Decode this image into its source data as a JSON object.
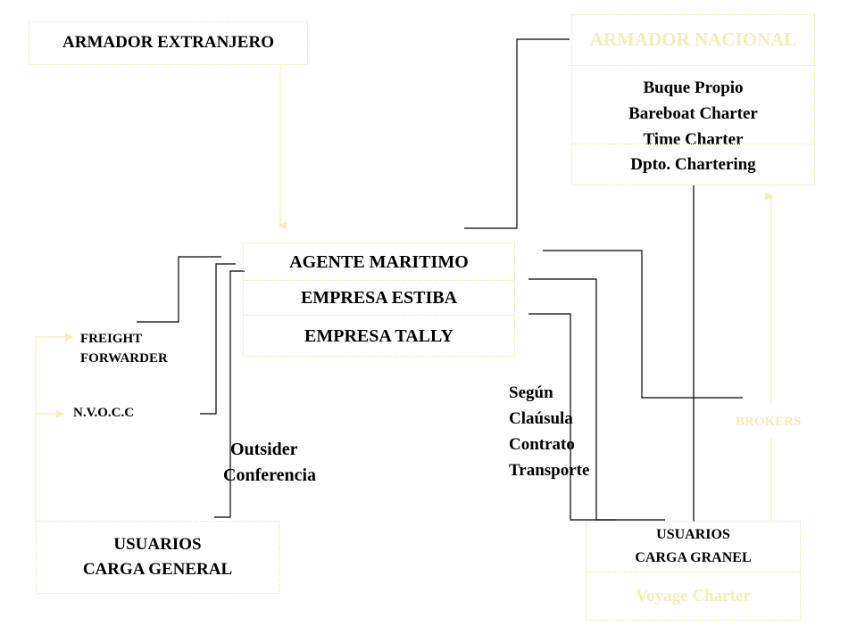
{
  "boxes": {
    "armador_extranjero": "ARMADOR EXTRANJERO",
    "armador_nacional": "ARMADOR NACIONAL",
    "buque_propio": "Buque Propio",
    "bareboat_charter": "Bareboat Charter",
    "time_charter": "Time Charter",
    "dpto_chartering": "Dpto. Chartering",
    "agente_maritimo": "AGENTE MARITIMO",
    "empresa_estiba": "EMPRESA ESTIBA",
    "empresa_tally": "EMPRESA TALLY",
    "usuarios_general_1": "USUARIOS",
    "usuarios_general_2": "CARGA GENERAL",
    "usuarios_granel_1": "USUARIOS",
    "usuarios_granel_2": "CARGA GRANEL",
    "voyage_charter": "Voyage Charter"
  },
  "labels": {
    "freight_1": "FREIGHT",
    "freight_2": "FORWARDER",
    "nvocc": "N.V.O.C.C",
    "outsider_1": "Outsider",
    "outsider_2": "Conferencia",
    "segun_1": "Según",
    "segun_2": "Claúsula",
    "segun_3": "Contrato",
    "segun_4": "Transporte",
    "brokers": "BROKERS"
  },
  "colors": {
    "line": "#000000",
    "pale_line": "#f2efb8",
    "pale_text": "#f2efb8",
    "border": "#e9e6a8"
  }
}
